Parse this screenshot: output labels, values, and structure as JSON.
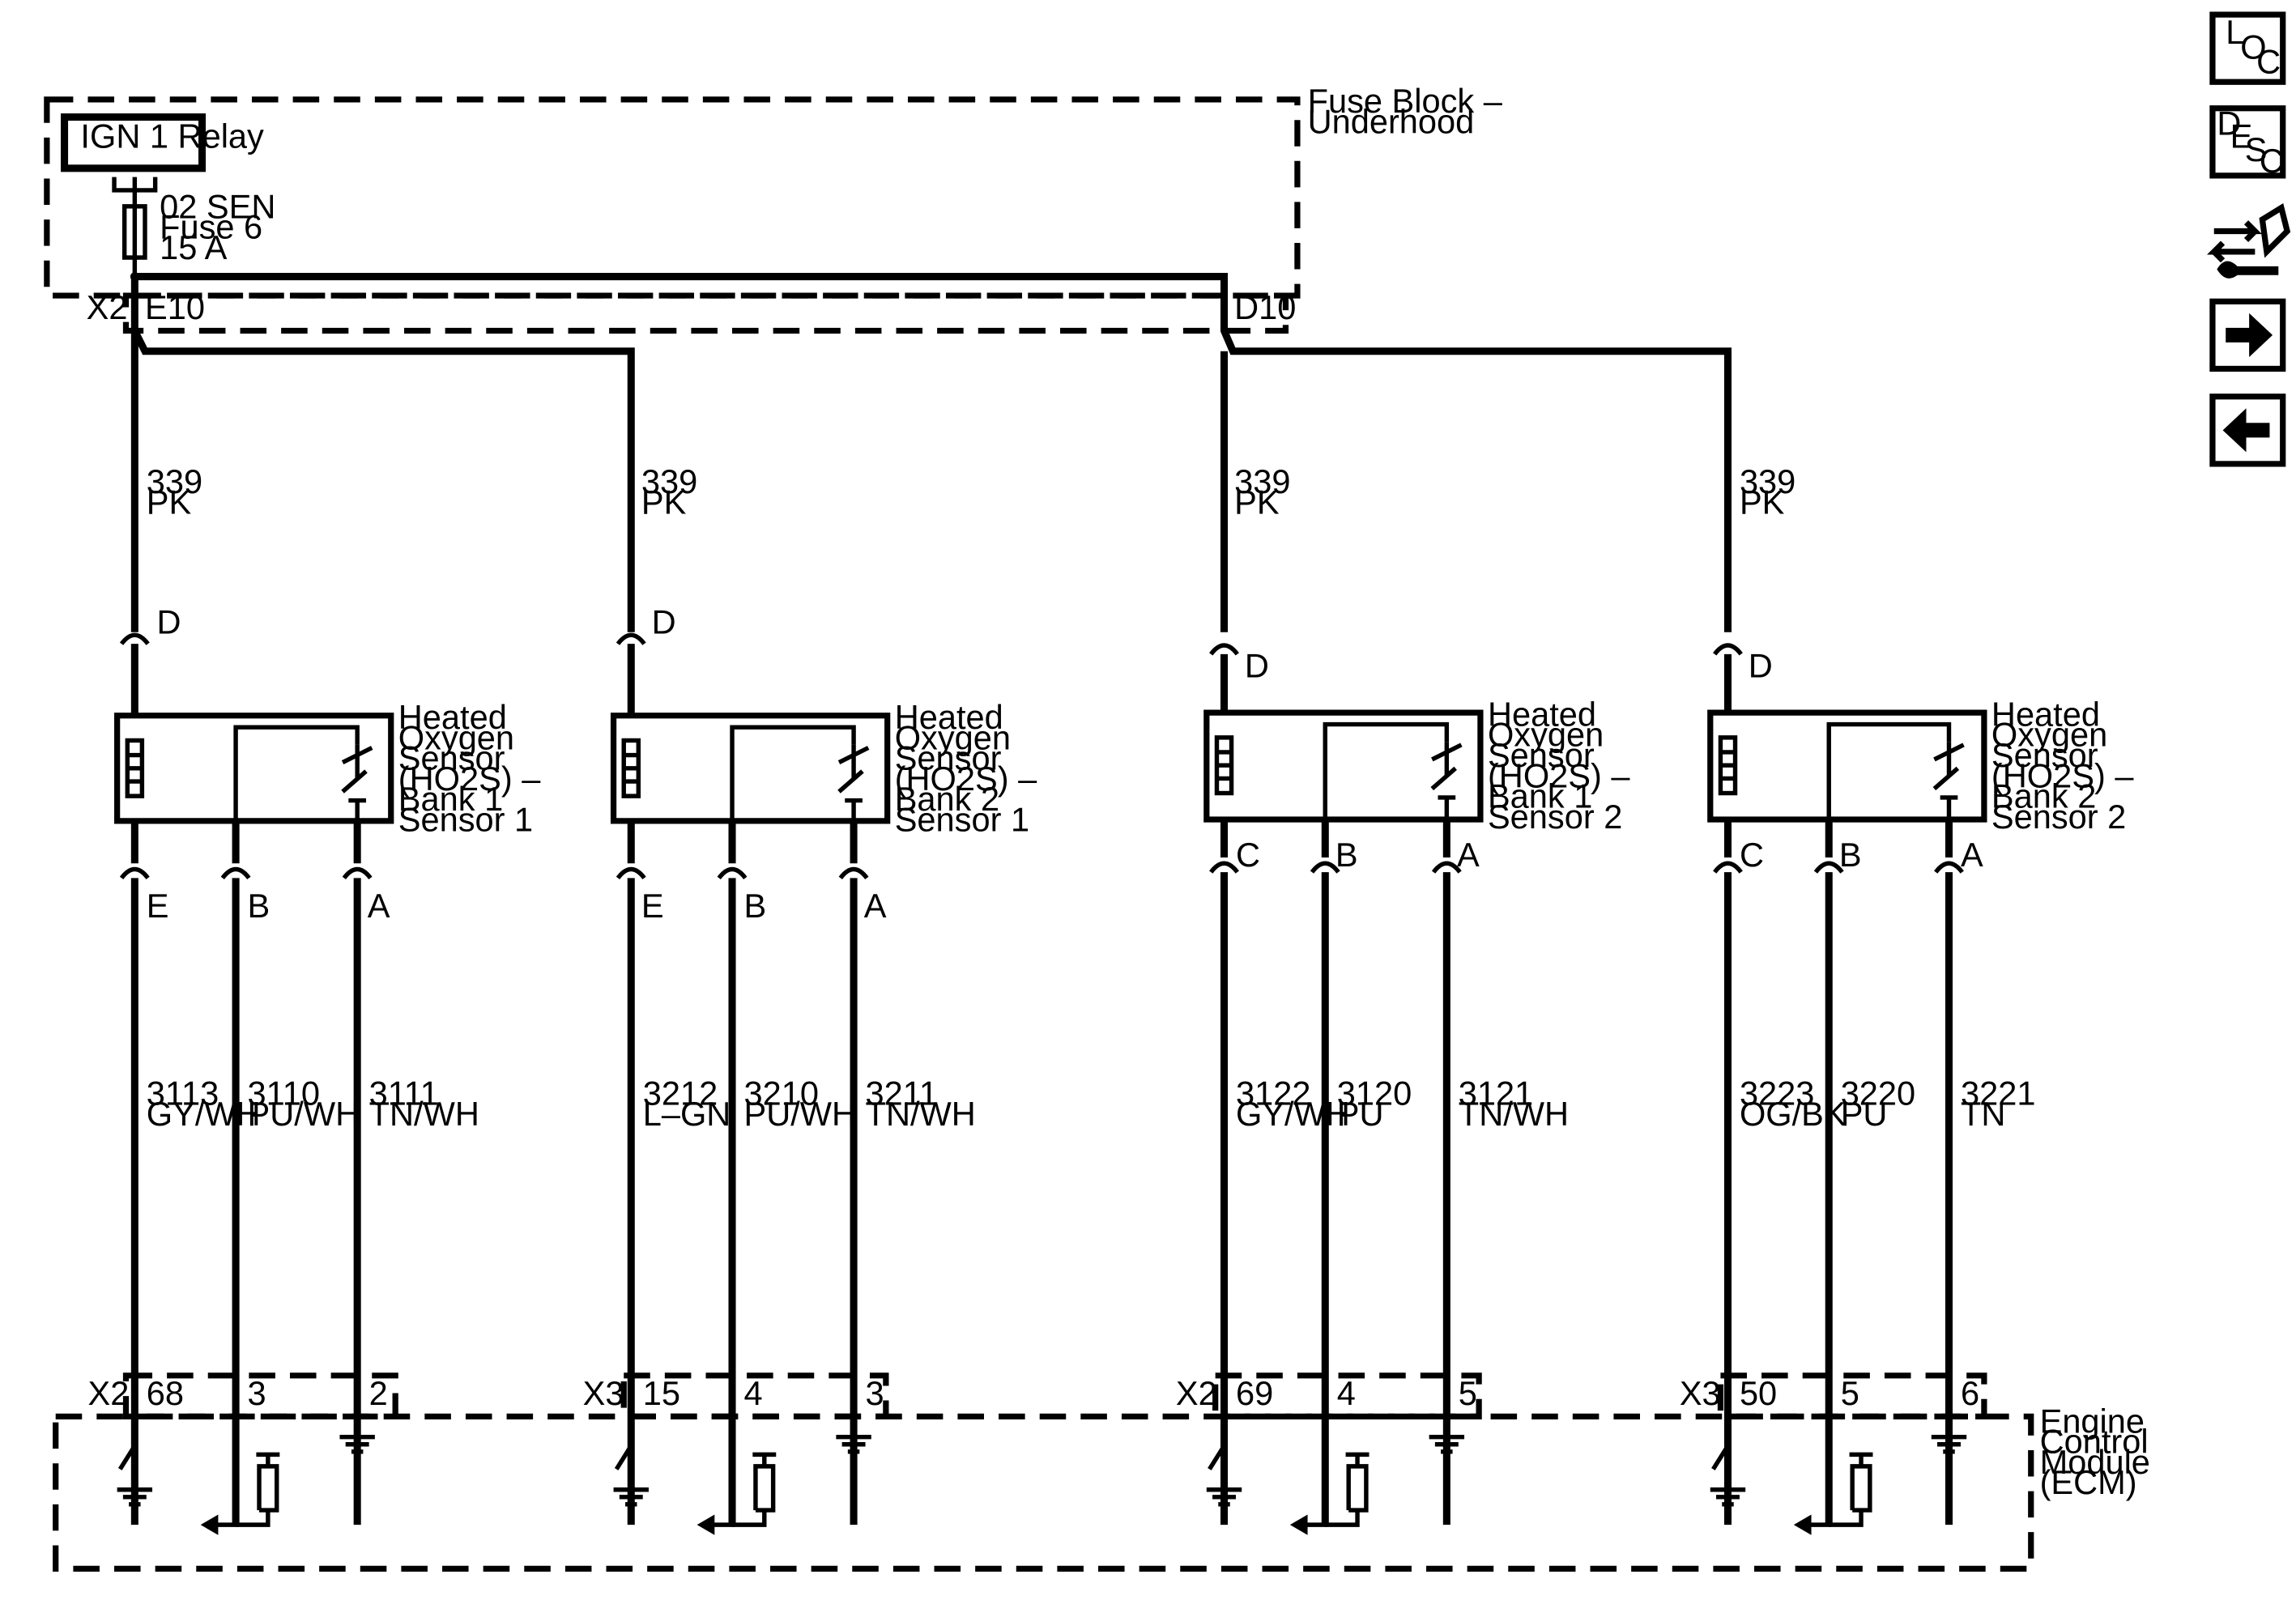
{
  "fuse_block": {
    "label_line1": "Fuse Block –",
    "label_line2": "Underhood"
  },
  "relay": {
    "label": "IGN 1 Relay"
  },
  "fuse": {
    "line1": "02 SEN",
    "line2": "Fuse 6",
    "line3": "15 A"
  },
  "fuse_connector": {
    "name": "X2",
    "pin_left": "E10",
    "pin_right": "D10"
  },
  "supply_circuits": [
    {
      "circuit": "339",
      "color": "PK"
    },
    {
      "circuit": "339",
      "color": "PK"
    },
    {
      "circuit": "339",
      "color": "PK"
    },
    {
      "circuit": "339",
      "color": "PK"
    }
  ],
  "sensors": [
    {
      "name_lines": [
        "Heated",
        "Oxygen",
        "Sensor",
        "(HO2S) –",
        "Bank 1",
        "Sensor 1"
      ],
      "supply_pin": "D",
      "pins": [
        "E",
        "B",
        "A"
      ],
      "circuits": [
        {
          "number": "3113",
          "color": "GY/WH"
        },
        {
          "number": "3110",
          "color": "PU/WH"
        },
        {
          "number": "3111",
          "color": "TN/WH"
        }
      ],
      "ecm_connector": "X2",
      "ecm_pins": [
        "68",
        "3",
        "2"
      ]
    },
    {
      "name_lines": [
        "Heated",
        "Oxygen",
        "Sensor",
        "(HO2S) –",
        "Bank 2",
        "Sensor 1"
      ],
      "supply_pin": "D",
      "pins": [
        "E",
        "B",
        "A"
      ],
      "circuits": [
        {
          "number": "3212",
          "color": "L–GN"
        },
        {
          "number": "3210",
          "color": "PU/WH"
        },
        {
          "number": "3211",
          "color": "TN/WH"
        }
      ],
      "ecm_connector": "X3",
      "ecm_pins": [
        "15",
        "4",
        "3"
      ]
    },
    {
      "name_lines": [
        "Heated",
        "Oxygen",
        "Sensor",
        "(HO2S) –",
        "Bank 1",
        "Sensor 2"
      ],
      "supply_pin": "D",
      "pins": [
        "C",
        "B",
        "A"
      ],
      "circuits": [
        {
          "number": "3122",
          "color": "GY/WH"
        },
        {
          "number": "3120",
          "color": "PU"
        },
        {
          "number": "3121",
          "color": "TN/WH"
        }
      ],
      "ecm_connector": "X2",
      "ecm_pins": [
        "69",
        "4",
        "5"
      ]
    },
    {
      "name_lines": [
        "Heated",
        "Oxygen",
        "Sensor",
        "(HO2S) –",
        "Bank 2",
        "Sensor 2"
      ],
      "supply_pin": "D",
      "pins": [
        "C",
        "B",
        "A"
      ],
      "circuits": [
        {
          "number": "3223",
          "color": "OG/BK"
        },
        {
          "number": "3220",
          "color": "PU"
        },
        {
          "number": "3221",
          "color": "TN"
        }
      ],
      "ecm_connector": "X3",
      "ecm_pins": [
        "50",
        "5",
        "6"
      ]
    }
  ],
  "ecm": {
    "label_lines": [
      "Engine",
      "Control",
      "Module",
      "(ECM)"
    ]
  },
  "side_buttons": {
    "loc": {
      "letters": [
        "L",
        "O",
        "C"
      ],
      "icon": "location-icon"
    },
    "desc": {
      "letters": [
        "D",
        "E",
        "S",
        "C"
      ],
      "icon": "description-icon"
    },
    "connector": {
      "icon": "connector-repair-icon"
    },
    "next": {
      "icon": "arrow-right-icon"
    },
    "prev": {
      "icon": "arrow-left-icon"
    }
  }
}
